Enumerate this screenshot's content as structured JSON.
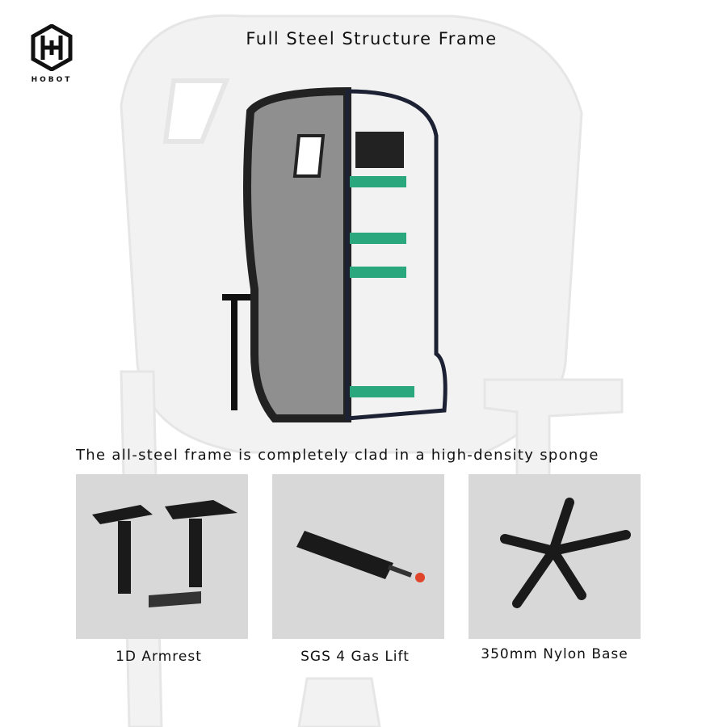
{
  "brand": {
    "name": "HOBOT"
  },
  "title": "Full Steel Structure Frame",
  "caption": "The all-steel frame is completely clad in a high-density sponge",
  "features": [
    {
      "label": "1D Armrest",
      "icon": "armrest-icon"
    },
    {
      "label": "SGS 4 Gas Lift",
      "icon": "gas-lift-icon"
    },
    {
      "label": "350mm Nylon Base",
      "icon": "nylon-base-icon"
    }
  ],
  "colors": {
    "tile": "#d8d8d8",
    "frame_slats": "#2aa77d",
    "fabric": "#8f8f8f",
    "frame": "#1c2233"
  }
}
